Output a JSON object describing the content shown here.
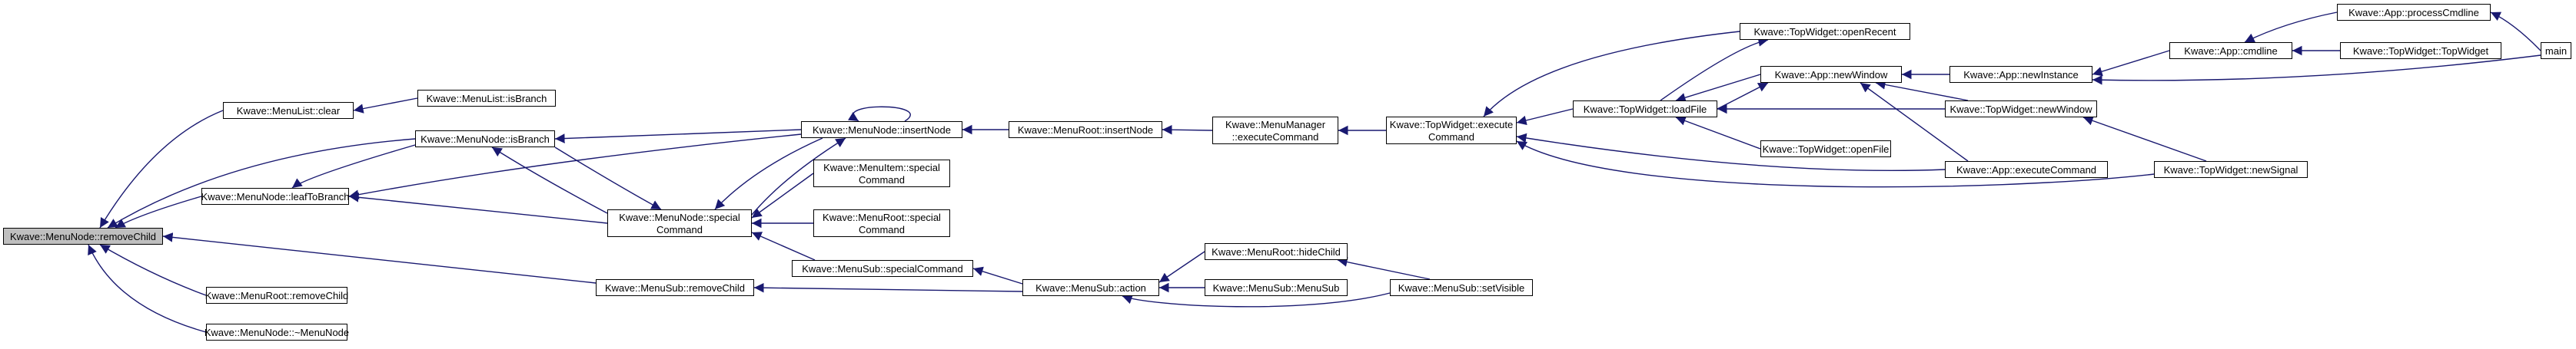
{
  "graph": {
    "direction": "right-to-left",
    "edge_color": "#191970",
    "root_fill": "#bfbfbf",
    "nodes": [
      {
        "id": "n0",
        "label": "Kwave::MenuNode::removeChild"
      },
      {
        "id": "n1",
        "label": "Kwave::MenuList::clear"
      },
      {
        "id": "n2",
        "label": "Kwave::MenuList::isBranch"
      },
      {
        "id": "n3",
        "label": "Kwave::MenuNode::isBranch"
      },
      {
        "id": "n4",
        "label": "Kwave::MenuNode::insertNode"
      },
      {
        "id": "n5",
        "label": "Kwave::MenuRoot::insertNode"
      },
      {
        "id": "n6",
        "label": "Kwave::MenuManager\n::executeCommand"
      },
      {
        "id": "n7",
        "label": "Kwave::TopWidget::execute\nCommand"
      },
      {
        "id": "n8",
        "label": "Kwave::TopWidget::openRecent"
      },
      {
        "id": "n9",
        "label": "Kwave::TopWidget::loadFile"
      },
      {
        "id": "n10",
        "label": "Kwave::App::newWindow"
      },
      {
        "id": "n11",
        "label": "Kwave::App::newInstance"
      },
      {
        "id": "n12",
        "label": "Kwave::App::cmdline"
      },
      {
        "id": "n13",
        "label": "Kwave::App::processCmdline"
      },
      {
        "id": "n14",
        "label": "Kwave::TopWidget::TopWidget"
      },
      {
        "id": "n15",
        "label": "main"
      },
      {
        "id": "n16",
        "label": "Kwave::TopWidget::newWindow"
      },
      {
        "id": "n17",
        "label": "Kwave::TopWidget::openFile"
      },
      {
        "id": "n18",
        "label": "Kwave::App::executeCommand"
      },
      {
        "id": "n19",
        "label": "Kwave::TopWidget::newSignal"
      },
      {
        "id": "n20",
        "label": "Kwave::MenuNode::leafToBranch"
      },
      {
        "id": "n21",
        "label": "Kwave::MenuNode::special\nCommand"
      },
      {
        "id": "n22",
        "label": "Kwave::MenuItem::special\nCommand"
      },
      {
        "id": "n23",
        "label": "Kwave::MenuRoot::special\nCommand"
      },
      {
        "id": "n24",
        "label": "Kwave::MenuSub::specialCommand"
      },
      {
        "id": "n25",
        "label": "Kwave::MenuSub::action"
      },
      {
        "id": "n26",
        "label": "Kwave::MenuRoot::hideChild"
      },
      {
        "id": "n27",
        "label": "Kwave::MenuSub::MenuSub"
      },
      {
        "id": "n28",
        "label": "Kwave::MenuSub::setVisible"
      },
      {
        "id": "n29",
        "label": "Kwave::MenuSub::removeChild"
      },
      {
        "id": "n30",
        "label": "Kwave::MenuRoot::removeChild"
      },
      {
        "id": "n31",
        "label": "Kwave::MenuNode::~MenuNode"
      }
    ],
    "edges": [
      [
        "n1",
        "n0"
      ],
      [
        "n2",
        "n1"
      ],
      [
        "n3",
        "n0"
      ],
      [
        "n4",
        "n3"
      ],
      [
        "n4",
        "n4"
      ],
      [
        "n5",
        "n4"
      ],
      [
        "n6",
        "n5"
      ],
      [
        "n7",
        "n6"
      ],
      [
        "n8",
        "n7"
      ],
      [
        "n9",
        "n7"
      ],
      [
        "n9",
        "n8"
      ],
      [
        "n10",
        "n9"
      ],
      [
        "n11",
        "n10"
      ],
      [
        "n12",
        "n11"
      ],
      [
        "n13",
        "n12"
      ],
      [
        "n14",
        "n12"
      ],
      [
        "n15",
        "n13"
      ],
      [
        "n15",
        "n11"
      ],
      [
        "n16",
        "n9"
      ],
      [
        "n17",
        "n9"
      ],
      [
        "n18",
        "n7"
      ],
      [
        "n19",
        "n7"
      ],
      [
        "n18",
        "n10"
      ],
      [
        "n16",
        "n10"
      ],
      [
        "n19",
        "n16"
      ],
      [
        "n20",
        "n0"
      ],
      [
        "n3",
        "n20"
      ],
      [
        "n4",
        "n20"
      ],
      [
        "n21",
        "n3"
      ],
      [
        "n21",
        "n4"
      ],
      [
        "n21",
        "n20"
      ],
      [
        "n3",
        "n21"
      ],
      [
        "n22",
        "n21"
      ],
      [
        "n23",
        "n21"
      ],
      [
        "n24",
        "n21"
      ],
      [
        "n25",
        "n24"
      ],
      [
        "n26",
        "n25"
      ],
      [
        "n27",
        "n25"
      ],
      [
        "n28",
        "n25"
      ],
      [
        "n28",
        "n26"
      ],
      [
        "n29",
        "n0"
      ],
      [
        "n25",
        "n29"
      ],
      [
        "n30",
        "n0"
      ],
      [
        "n31",
        "n0"
      ],
      [
        "n4",
        "n21"
      ],
      [
        "n9",
        "n10"
      ]
    ]
  }
}
